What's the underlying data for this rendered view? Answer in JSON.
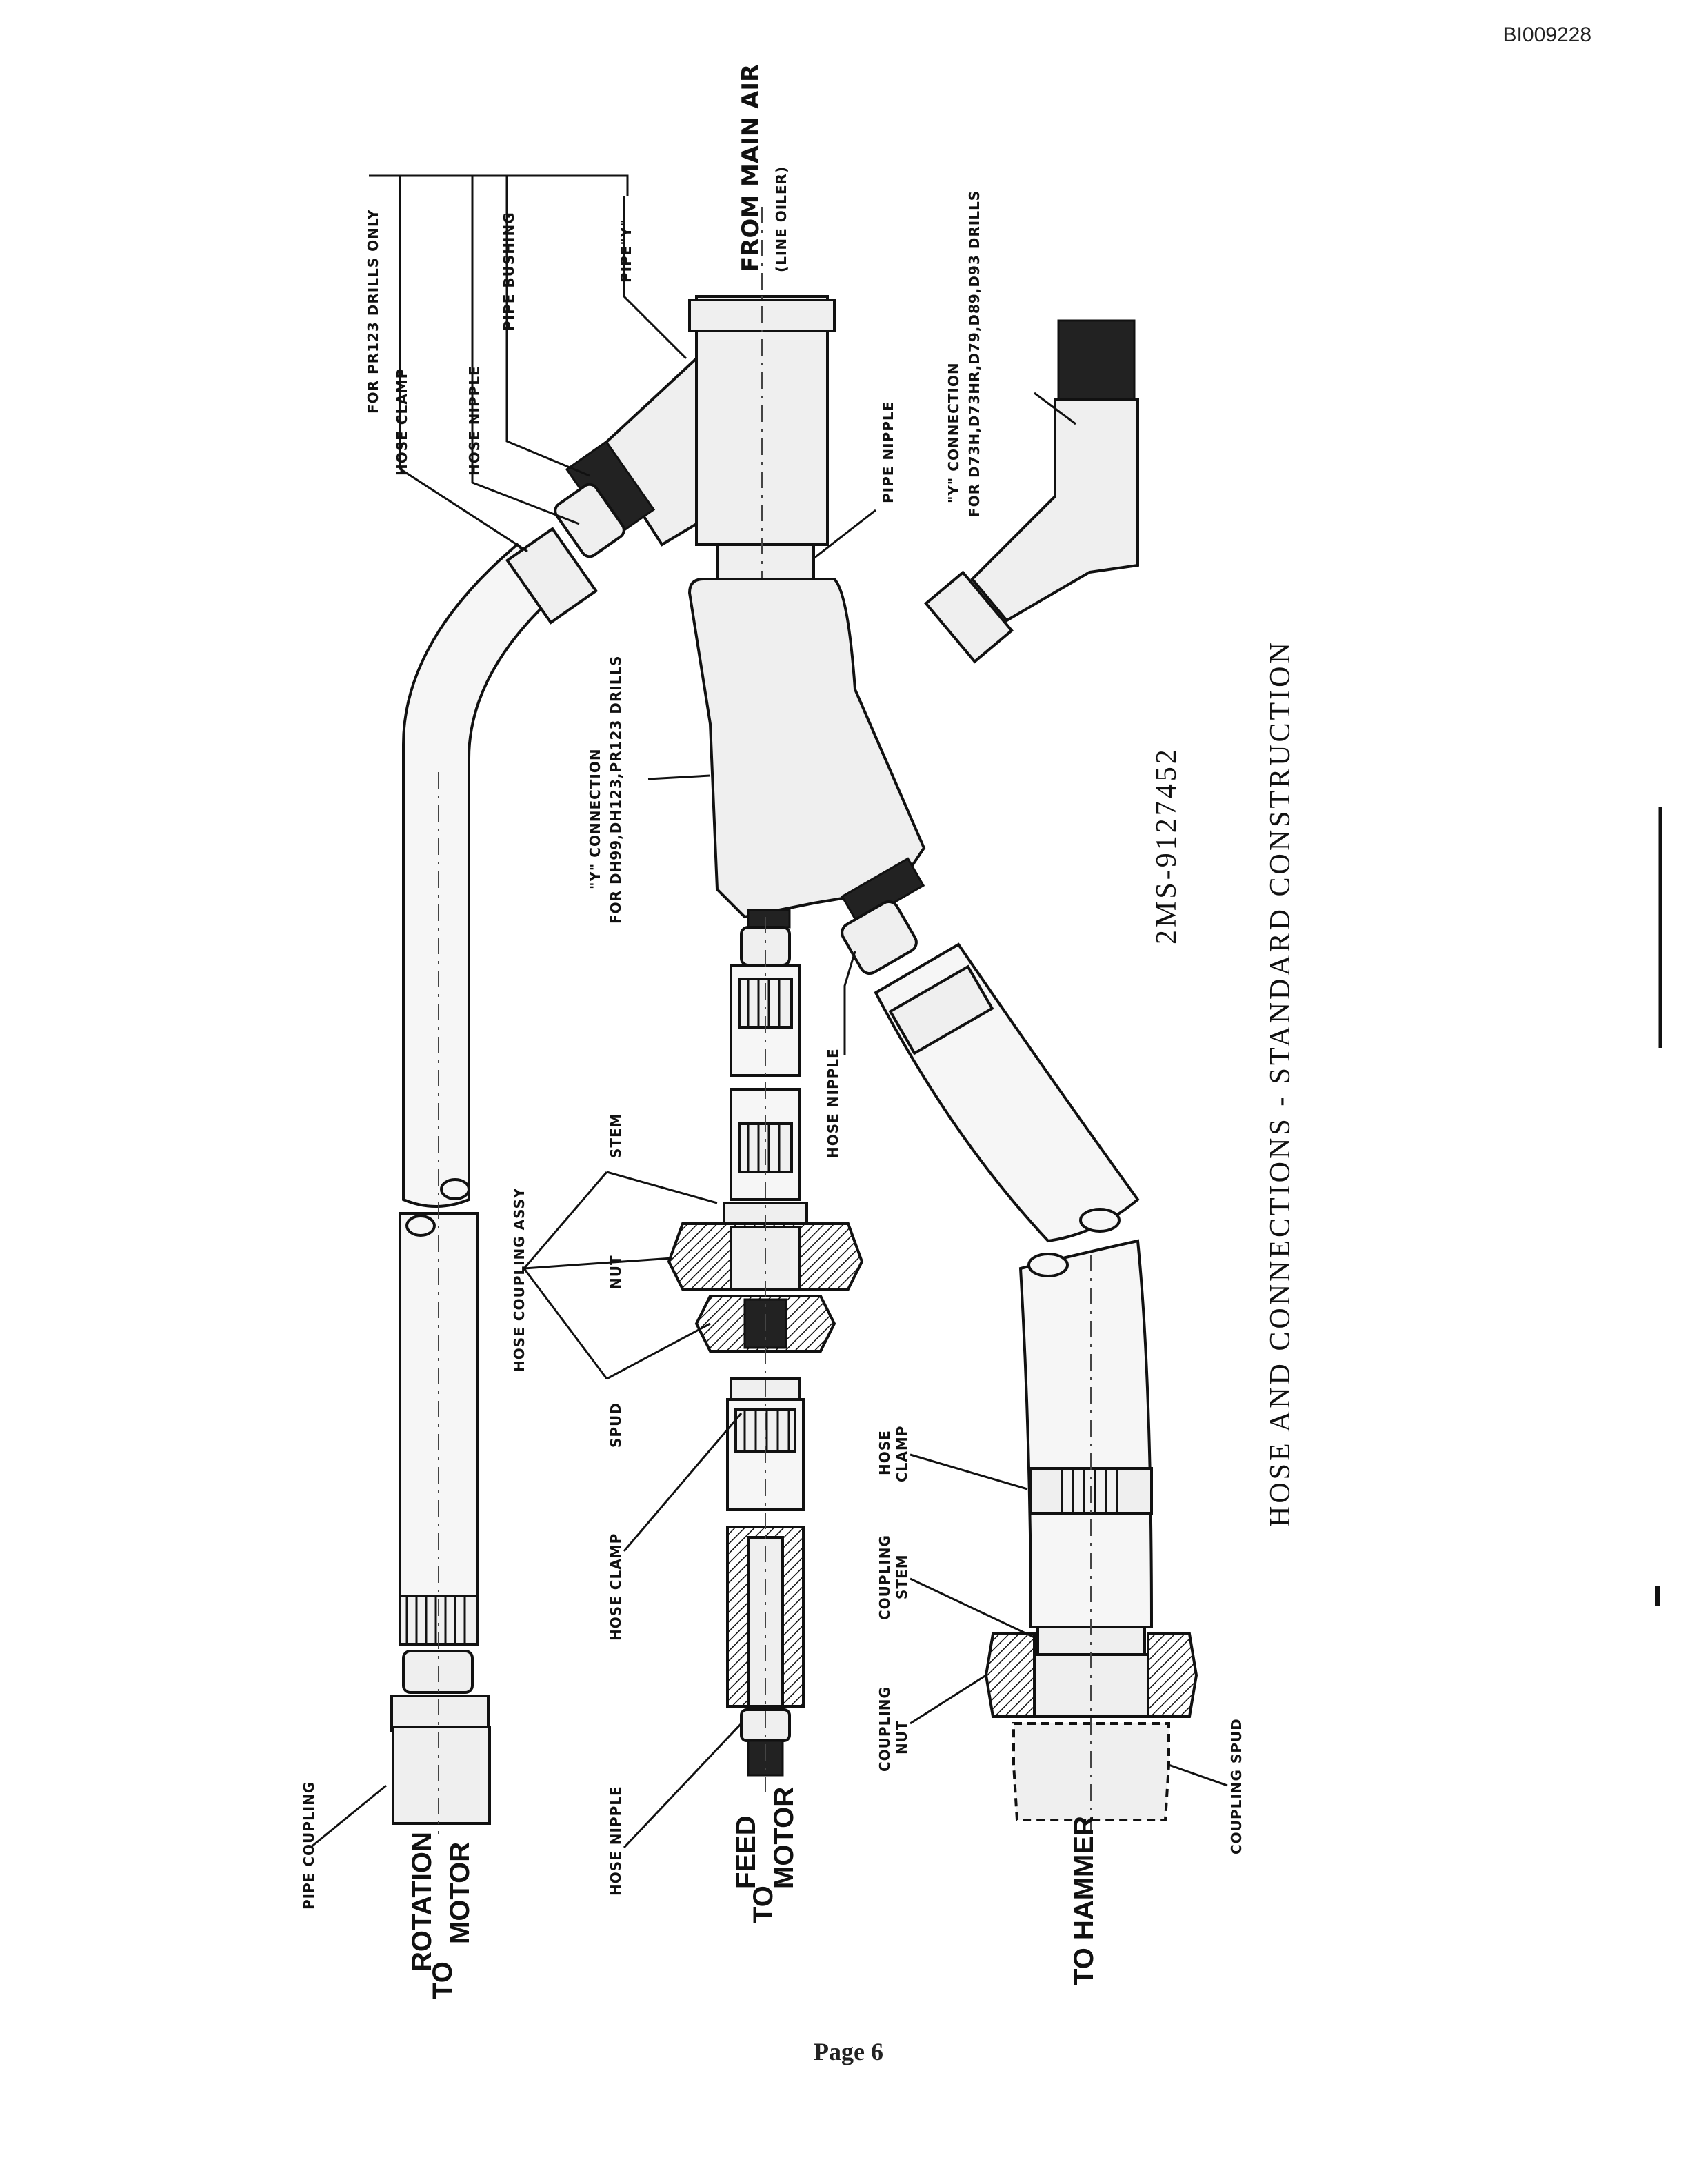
{
  "doc_id": "BI009228",
  "page_number": "Page 6",
  "title": {
    "main": "HOSE AND CONNECTIONS  -  STANDARD CONSTRUCTION",
    "part_number": "2MS-9127452"
  },
  "labels": {
    "for_pr123": "FOR PR123 DRILLS ONLY",
    "hose_clamp_top": "HOSE CLAMP",
    "hose_nipple_top": "HOSE NIPPLE",
    "pipe_bushing": "PIPE BUSHING",
    "pipe_y": "PIPE\"Y\"",
    "from_main_air": "FROM MAIN AIR",
    "line_oiler": "(LINE OILER)",
    "pipe_nipple": "PIPE NIPPLE",
    "y_conn_d73_1": "\"Y\" CONNECTION",
    "y_conn_d73_2": "FOR D73H,D73HR,D79,D89,D93 DRILLS",
    "y_conn_dh99_1": "\"Y\" CONNECTION",
    "y_conn_dh99_2": "FOR DH99,DH123,PR123 DRILLS",
    "hose_nipple_mid": "HOSE NIPPLE",
    "hose_coupling_assy": "HOSE COUPLING ASSY",
    "stem": "STEM",
    "nut": "NUT",
    "spud": "SPUD",
    "hose_clamp_low": "HOSE CLAMP",
    "hose_nipple_low": "HOSE NIPPLE",
    "pipe_coupling": "PIPE COUPLING",
    "to_rotation_motor_1": "TO",
    "to_rotation_motor_2": "ROTATION",
    "to_rotation_motor_3": "MOTOR",
    "to_feed_motor_1": "TO",
    "to_feed_motor_2": "FEED",
    "to_feed_motor_3": "MOTOR",
    "to_hammer": "TO HAMMER",
    "hose_clamp_right_1": "HOSE",
    "hose_clamp_right_2": "CLAMP",
    "coupling_stem_1": "COUPLING",
    "coupling_stem_2": "STEM",
    "coupling_nut_1": "COUPLING",
    "coupling_nut_2": "NUT",
    "coupling_spud": "COUPLING SPUD"
  }
}
